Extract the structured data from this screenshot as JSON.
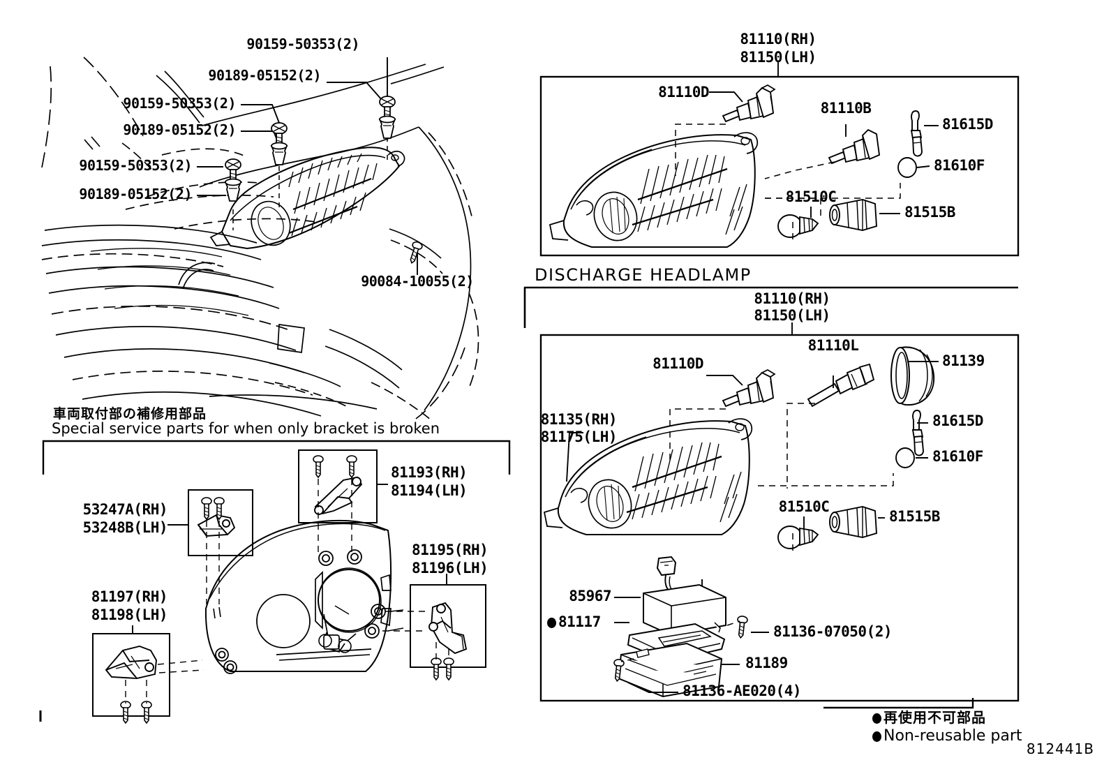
{
  "diagram": {
    "number": "812441B",
    "legend": {
      "marker": "filled-circle",
      "jp": "再使用不可部品",
      "en": "Non-reusable part"
    }
  },
  "vehicle_view": {
    "name": "front-end-assembly-illustration",
    "callouts": [
      {
        "id": "v1",
        "text": "90159-50353(2)"
      },
      {
        "id": "v2",
        "text": "90189-05152(2)"
      },
      {
        "id": "v3",
        "text": "90159-50353(2)"
      },
      {
        "id": "v4",
        "text": "90189-05152(2)"
      },
      {
        "id": "v5",
        "text": "90159-50353(2)"
      },
      {
        "id": "v6",
        "text": "90189-05152(2)"
      },
      {
        "id": "v7",
        "text": "90084-10055(2)"
      }
    ]
  },
  "bracket_panel": {
    "title_jp": "車両取付部の補修用部品",
    "title_en": "Special service parts for when only bracket is broken",
    "callouts": [
      {
        "id": "b1",
        "line1": "53247A(RH)",
        "line2": "53248B(LH)"
      },
      {
        "id": "b2",
        "line1": "81193(RH)",
        "line2": "81194(LH)"
      },
      {
        "id": "b3",
        "line1": "81195(RH)",
        "line2": "81196(LH)"
      },
      {
        "id": "b4",
        "line1": "81197(RH)",
        "line2": "81198(LH)"
      }
    ]
  },
  "halogen_panel": {
    "name": "standard-headlamp-panel",
    "header": {
      "line1": "81110(RH)",
      "line2": "81150(LH)"
    },
    "callouts": [
      {
        "id": "h1",
        "text": "81110D"
      },
      {
        "id": "h2",
        "text": "81110B"
      },
      {
        "id": "h3",
        "text": "81615D"
      },
      {
        "id": "h4",
        "text": "81610F"
      },
      {
        "id": "h5",
        "text": "81510C"
      },
      {
        "id": "h6",
        "text": "81515B"
      }
    ]
  },
  "discharge_panel": {
    "name": "discharge-headlamp-panel",
    "section_title": "DISCHARGE HEADLAMP",
    "header": {
      "line1": "81110(RH)",
      "line2": "81150(LH)"
    },
    "callouts": [
      {
        "id": "d1",
        "text": "81110D"
      },
      {
        "id": "d2",
        "text": "81110L"
      },
      {
        "id": "d3",
        "text": "81139"
      },
      {
        "id": "d4",
        "line1": "81135(RH)",
        "line2": "81175(LH)"
      },
      {
        "id": "d5",
        "text": "81615D"
      },
      {
        "id": "d6",
        "text": "81610F"
      },
      {
        "id": "d7",
        "text": "81510C"
      },
      {
        "id": "d8",
        "text": "81515B"
      },
      {
        "id": "d9",
        "text": "85967"
      },
      {
        "id": "d10",
        "text": "81117",
        "nonreusable": true
      },
      {
        "id": "d11",
        "text": "81136-07050(2)"
      },
      {
        "id": "d12",
        "text": "81189"
      },
      {
        "id": "d13",
        "text": "81136-AE020(4)"
      }
    ]
  }
}
